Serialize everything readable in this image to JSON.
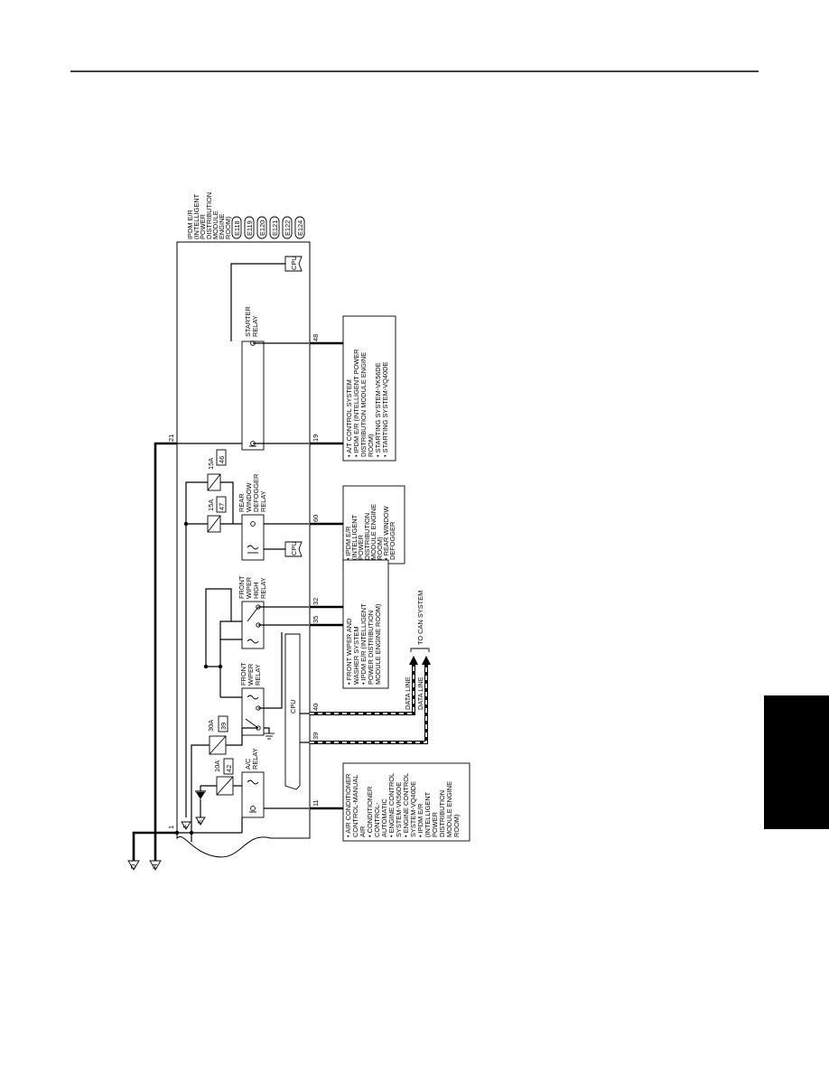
{
  "diagram": {
    "ipdm": {
      "title_lines": [
        "IPDM E/R",
        "(INTELLIGENT",
        "POWER",
        "DISTRIBUTION",
        "MODULE",
        "ENGINE",
        "ROOM)"
      ],
      "connectors": [
        "E118",
        "E119",
        "E120",
        "E121",
        "E122",
        "E124"
      ]
    },
    "cpu_label": "CPU",
    "pins": {
      "p1": "1",
      "p11": "11",
      "p39": "39",
      "p40": "40",
      "p35": "35",
      "p32": "32",
      "p60": "60",
      "p19": "19",
      "p48": "48",
      "p21": "21"
    },
    "fuses": [
      {
        "amp": "10A",
        "num": "42"
      },
      {
        "amp": "30A",
        "num": "39"
      },
      {
        "amp": "15A",
        "num": "47"
      },
      {
        "amp": "15A",
        "num": "46"
      }
    ],
    "relays": {
      "ac": [
        "A/C",
        "RELAY"
      ],
      "front_wiper": [
        "FRONT",
        "WIPER",
        "RELAY"
      ],
      "front_wiper_high": [
        "FRONT",
        "WIPER",
        "HIGH",
        "RELAY"
      ],
      "rear_defogger": [
        "REAR",
        "WINDOW",
        "DEFOGGER",
        "RELAY"
      ],
      "starter": [
        "STARTER",
        "RELAY"
      ]
    },
    "data_lines": [
      "DATA LINE",
      "DATA LINE"
    ],
    "can_label": "TO CAN SYSTEM",
    "ref_boxes": {
      "ac": [
        "• AIR CONDITIONER",
        "  CONTROL-MANUAL",
        "  AIR",
        "• CONDITIONER",
        "  CONTROL-",
        "  AUTOMATIC",
        "• ENGINE CONTROL",
        "  SYSTEM-VK56DE",
        "• ENGINE CONTROL",
        "  SYSTEM-VQ40DE",
        "• IPDM E/R",
        "  (INTELLIGENT",
        "  POWER",
        "  DISTRIBUTION",
        "  MODULE ENGINE",
        "  ROOM)"
      ],
      "wiper": [
        "• FRONT WIPER AND",
        "  WASHER SYSTEM",
        "• IPDM E/R (INTELLIGENT",
        "  POWER DISTRIBUTION",
        "  MODULE ENGINE ROOM)"
      ],
      "defog": [
        "• IPDM E/R",
        "  (INTELLIGENT",
        "  POWER",
        "  DISTRIBUTION",
        "  MODULE ENGINE",
        "  ROOM)",
        "• REAR WINDOW",
        "  DEFOGGER"
      ],
      "starter": [
        "• A/T CONTROL SYSTEM",
        "• IPDM E/R (INTELLIGENT POWER",
        "  DISTRIBUTION MODULE ENGINE",
        "  ROOM)",
        "• STARTING SYSTEM-VK56DE",
        "• STARTING SYSTEM-VQ40DE"
      ]
    },
    "grounds": [
      "D",
      "E",
      "F",
      "H"
    ]
  }
}
